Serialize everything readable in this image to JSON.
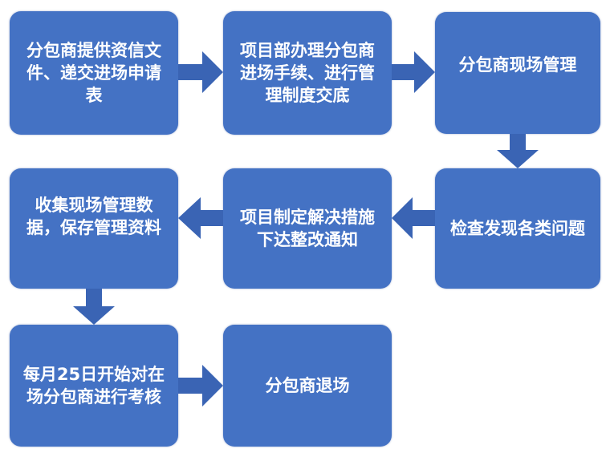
{
  "steps": [
    {
      "id": 1,
      "text": "分包商提供资信文件、递交进场申请表"
    },
    {
      "id": 2,
      "text": "项目部办理分包商进场手续、进行管理制度交底"
    },
    {
      "id": 3,
      "text": "分包商现场管理"
    },
    {
      "id": 4,
      "text": "检查发现各类问题"
    },
    {
      "id": 5,
      "text": "项目制定解决措施下达整改通知"
    },
    {
      "id": 6,
      "text": "收集现场管理数据，保存管理资料"
    },
    {
      "id": 7,
      "text": "每月25日开始对在场分包商进行考核"
    },
    {
      "id": 8,
      "text": "分包商退场"
    }
  ],
  "colors": {
    "box": "#4472c4",
    "arrow": "#3a64b4",
    "text": "#ffffff"
  }
}
